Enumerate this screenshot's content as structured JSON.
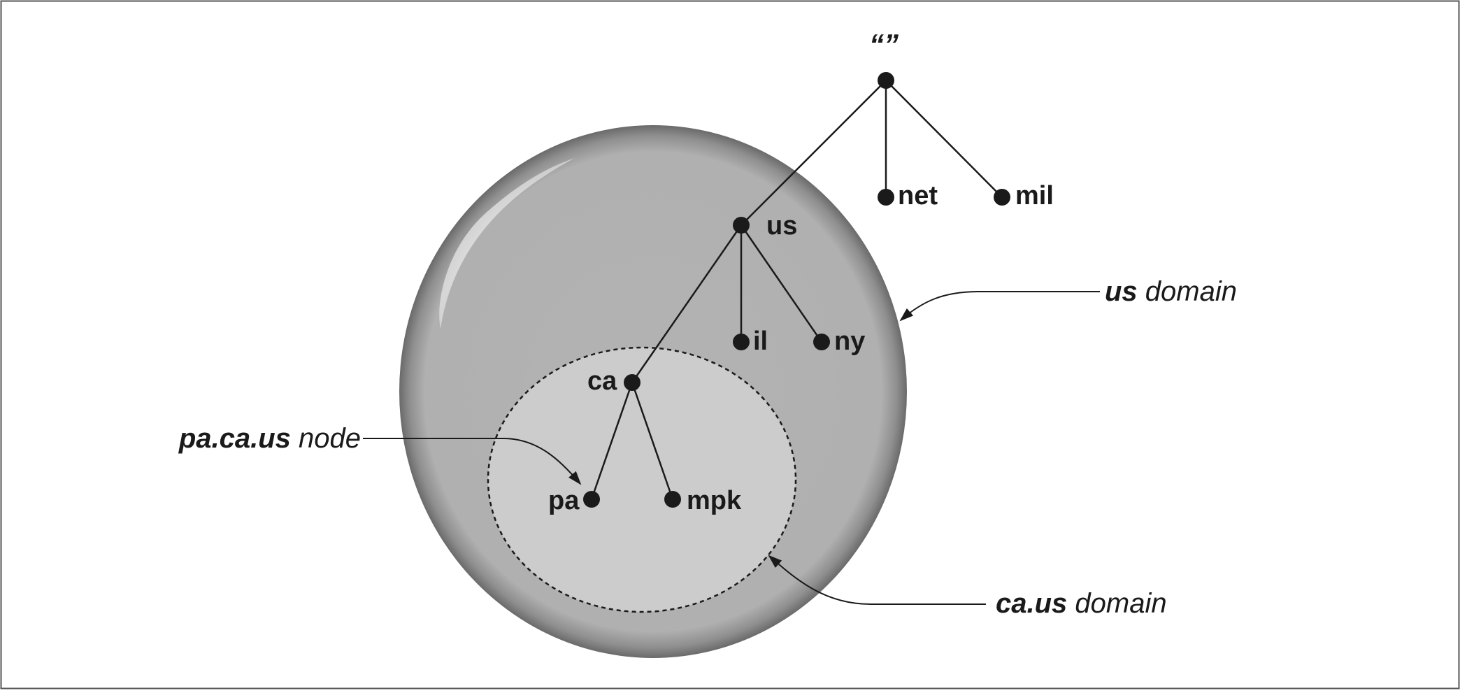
{
  "diagram": {
    "root": {
      "label": "“”"
    },
    "nodes": {
      "net": "net",
      "mil": "mil",
      "us": "us",
      "il": "il",
      "ny": "ny",
      "ca": "ca",
      "pa": "pa",
      "mpk": "mpk"
    },
    "callouts": {
      "us_domain": {
        "bold": "us",
        "text": " domain"
      },
      "ca_us_domain": {
        "bold": "ca.us",
        "text": " domain"
      },
      "pa_ca_us_node": {
        "bold": "pa.ca.us",
        "text": " node"
      }
    },
    "colors": {
      "outer_domain_fill": "#b3b3b3",
      "inner_domain_fill": "#cccccc",
      "ink": "#1a1a1a",
      "frame": "#555555"
    }
  }
}
